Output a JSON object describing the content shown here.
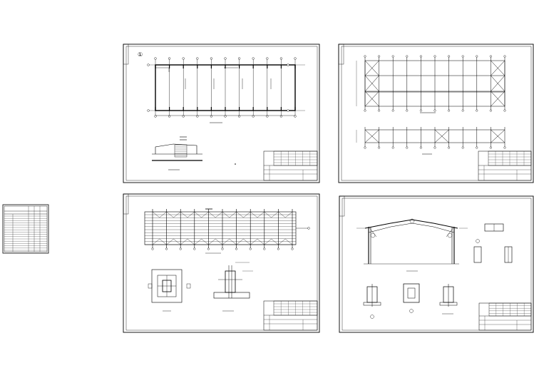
{
  "workspace": {
    "background": "#ffffff",
    "line_color": "#000000",
    "drawing_count": 4,
    "has_drawing_index_table": true
  },
  "drawings": [
    {
      "id": "floor-plan",
      "content": [
        "column-grid-plan",
        "wall-section"
      ]
    },
    {
      "id": "bracing-plan",
      "content": [
        "roof-bracing-plan",
        "wall-bracing-elevation"
      ]
    },
    {
      "id": "purlin-layout",
      "content": [
        "purlin-plan",
        "column-base-detail",
        "connection-detail"
      ]
    },
    {
      "id": "frame-elevation",
      "content": [
        "portal-frame-elevation",
        "end-plate-details",
        "base-details"
      ]
    }
  ],
  "marks": {
    "north_arrow_symbol": "①"
  }
}
